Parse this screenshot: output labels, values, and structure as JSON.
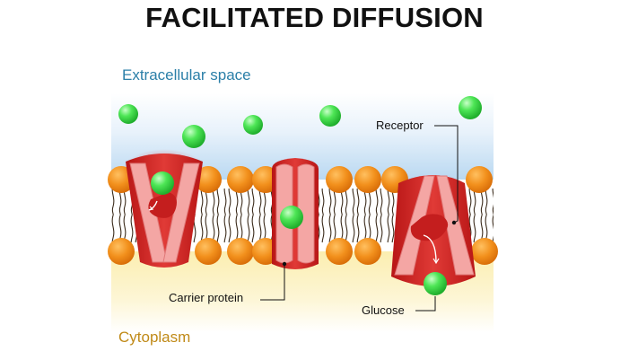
{
  "title": "FACILITATED DIFFUSION",
  "regions": {
    "extracellular": "Extracellular space",
    "cytoplasm": "Cytoplasm"
  },
  "callouts": {
    "receptor": "Receptor",
    "carrier_protein": "Carrier protein",
    "glucose": "Glucose"
  },
  "colors": {
    "extracellular_label": "#2b7fa8",
    "cytoplasm_label": "#c08a18",
    "lipid_head": "#f08c1a",
    "protein_red": "#d42a2a",
    "protein_pink": "#f2a0a0",
    "glucose": "#3ee04a"
  }
}
